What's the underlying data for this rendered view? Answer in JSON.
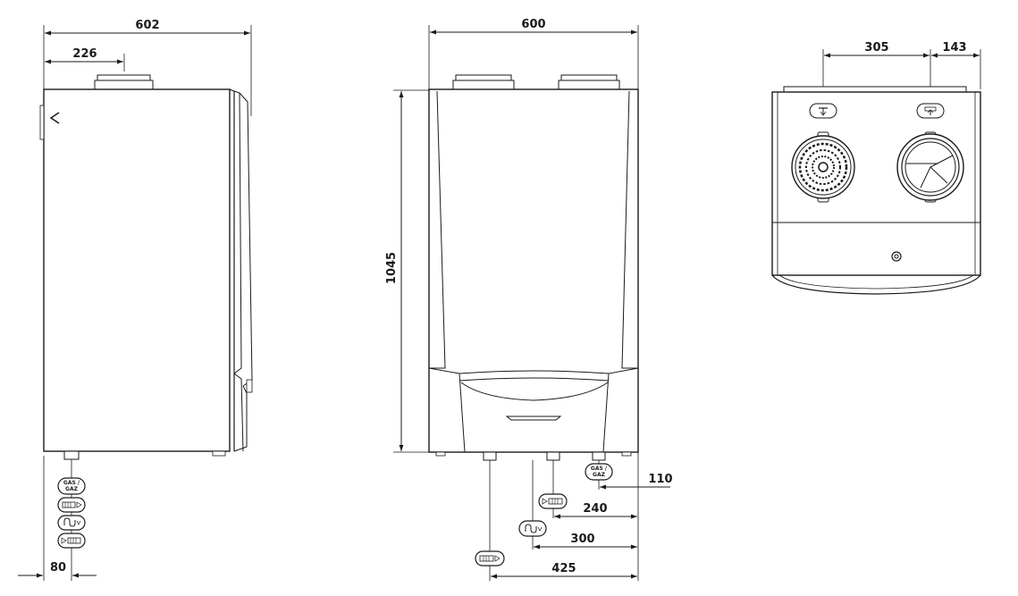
{
  "side_view": {
    "width_dim": "602",
    "flue_offset_dim": "226",
    "pipe_offset_dim": "80",
    "gas_label": "GAS / GAZ"
  },
  "front_view": {
    "width_dim": "600",
    "height_dim": "1045",
    "dim_110": "110",
    "dim_240": "240",
    "dim_300": "300",
    "dim_425": "425",
    "gas_label": "GAS / GAZ"
  },
  "top_view": {
    "dim_305": "305",
    "dim_143": "143"
  },
  "colors": {
    "line": "#1a1a1a",
    "background": "#ffffff"
  }
}
